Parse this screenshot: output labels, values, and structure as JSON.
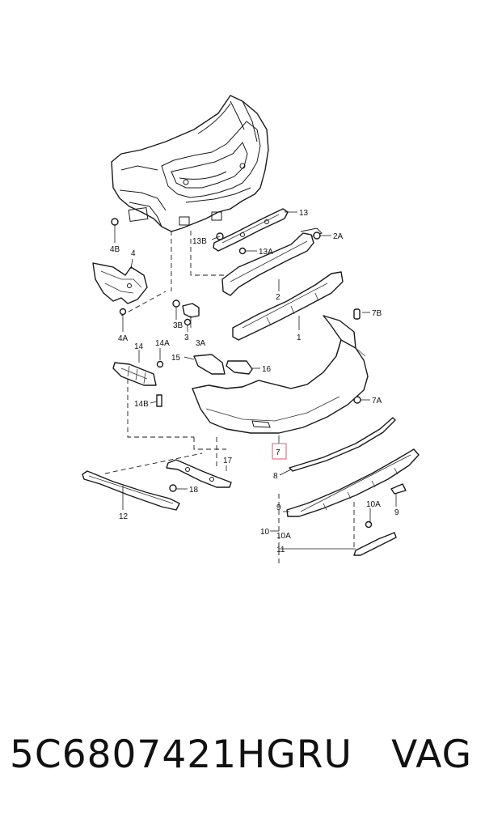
{
  "diagram": {
    "callouts": {
      "c13": "13",
      "c2A": "2A",
      "c4B": "4B",
      "c13B": "13B",
      "c13A": "13A",
      "c4": "4",
      "c2": "2",
      "c3B": "3B",
      "c3": "3",
      "c3A": "3A",
      "c4A": "4A",
      "c14A": "14A",
      "c14": "14",
      "c1": "1",
      "c7B": "7B",
      "c15": "15",
      "c16": "16",
      "c14B": "14B",
      "c7A": "7A",
      "c7": "7",
      "c17": "17",
      "c8": "8",
      "c18": "18",
      "c12": "12",
      "c9a": "9",
      "c10A_top": "10A",
      "c9b": "9",
      "c10": "10",
      "c10A": "10A",
      "c11": "11"
    }
  },
  "caption": {
    "part_number": "5C6807421HGRU",
    "brand": "VAG"
  }
}
